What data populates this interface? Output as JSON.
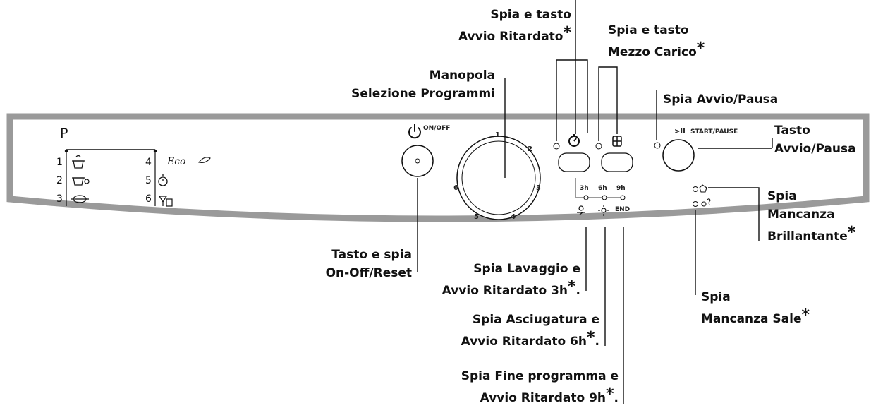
{
  "panel": {
    "program_header": "P",
    "programs_left": [
      {
        "num": "1"
      },
      {
        "num": "2"
      },
      {
        "num": "3"
      }
    ],
    "programs_right": [
      {
        "num": "4",
        "label": "Eco"
      },
      {
        "num": "5"
      },
      {
        "num": "6"
      }
    ],
    "onoff_label": "ON/OFF",
    "startpause_label": "START/PAUSE",
    "startpause_glyph": ">II",
    "dial_numbers": [
      "1",
      "2",
      "3",
      "4",
      "5",
      "6"
    ],
    "delay_hours": [
      "3h",
      "6h",
      "9h"
    ],
    "end_label": "END"
  },
  "callouts": {
    "avvio_ritardato": [
      "Spia e  tasto",
      "Avvio Ritardato"
    ],
    "mezzo_carico": [
      "Spia e  tasto",
      "Mezzo Carico"
    ],
    "manopola": [
      "Manopola",
      "Selezione Programmi"
    ],
    "spia_avvio_pausa": "Spia  Avvio/Pausa",
    "tasto_avvio_pausa": [
      "Tasto",
      "Avvio/Pausa"
    ],
    "brillantante": [
      "Spia",
      "Mancanza",
      "Brillantante"
    ],
    "onoff_reset": [
      "Tasto e spia",
      "On-Off/Reset"
    ],
    "lavaggio": [
      "Spia  Lavaggio e",
      "Avvio Ritardato 3h"
    ],
    "asciugatura": [
      "Spia  Asciugatura e",
      "Avvio Ritardato 6h"
    ],
    "fine_programma": [
      "Spia  Fine programma e",
      "Avvio Ritardato 9h"
    ],
    "sale": [
      "Spia",
      "Mancanza Sale"
    ]
  },
  "asterisk": "*"
}
